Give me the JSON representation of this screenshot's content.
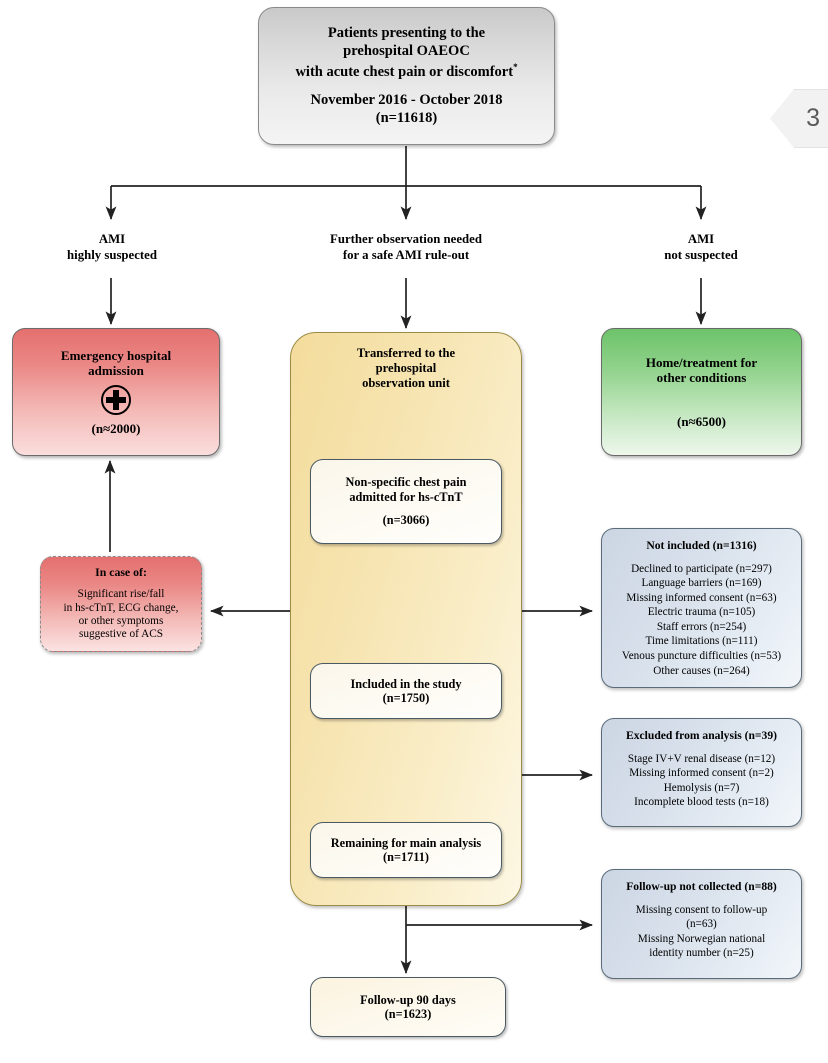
{
  "page_tab": {
    "number": "3"
  },
  "top_box": {
    "line1": "Patients presenting to the",
    "line2": "prehospital OAEOC",
    "line3": "with acute chest pain or discomfort",
    "superscript": "*",
    "line4": "November 2016 - October 2018",
    "line5": "(n=11618)"
  },
  "branch_labels": {
    "left": {
      "line1": "AMI",
      "line2": "highly suspected"
    },
    "middle": {
      "line1": "Further observation needed",
      "line2": "for a safe AMI rule-out"
    },
    "right": {
      "line1": "AMI",
      "line2": "not suspected"
    }
  },
  "emergency_box": {
    "line1": "Emergency hospital",
    "line2": "admission",
    "icon": "circled-plus-icon",
    "count": "(n≈2000)"
  },
  "home_box": {
    "line1": "Home/treatment for",
    "line2": "other conditions",
    "count": "(n≈6500)"
  },
  "observation_box": {
    "line1": "Transferred to the",
    "line2": "prehospital",
    "line3": "observation unit"
  },
  "inner_boxes": [
    {
      "line1": "Non-specific chest pain",
      "line2": "admitted for hs-cTnT",
      "count": "(n=3066)"
    },
    {
      "line1": "Included in the study",
      "count": "(n=1750)"
    },
    {
      "line1": "Remaining for main analysis",
      "count": "(n=1711)"
    }
  ],
  "followup_box": {
    "line1": "Follow-up 90 days",
    "count": "(n=1623)"
  },
  "in_case_box": {
    "title": "In case of:",
    "lines": [
      "Significant rise/fall",
      "in hs-cTnT, ECG change,",
      "or other symptoms",
      "suggestive of ACS"
    ]
  },
  "side_boxes": [
    {
      "title": "Not included (n=1316)",
      "items": [
        "Declined to participate (n=297)",
        "Language barriers (n=169)",
        "Missing informed consent (n=63)",
        "Electric trauma (n=105)",
        "Staff errors (n=254)",
        "Time limitations (n=111)",
        "Venous puncture difficulties (n=53)",
        "Other causes (n=264)"
      ]
    },
    {
      "title": "Excluded from analysis (n=39)",
      "items": [
        "Stage IV+V renal disease (n=12)",
        "Missing informed consent (n=2)",
        "Hemolysis (n=7)",
        "Incomplete blood tests (n=18)"
      ]
    },
    {
      "title": "Follow-up not collected (n=88)",
      "items": [
        "Missing consent to follow-up",
        "(n=63)",
        "Missing Norwegian national",
        "identity number (n=25)"
      ]
    }
  ],
  "colors": {
    "red": "#e4706f",
    "green": "#6dc36a",
    "yellow": "#f3dc9c",
    "blue": "#ccd6e3",
    "grey": "#c9c9c9",
    "stroke": "#333333"
  }
}
